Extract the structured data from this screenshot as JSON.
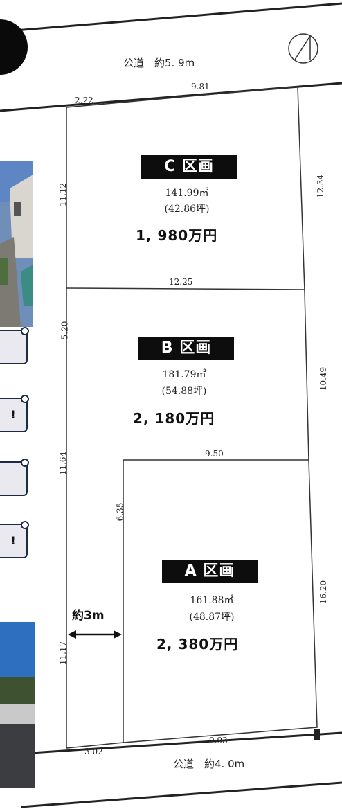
{
  "roads": {
    "north": "公道　約5. 9m",
    "south": "公道　約4. 0m"
  },
  "dimensions": {
    "top_left": "2.22",
    "top_main": "9.81",
    "left_c": "11.12",
    "right_c": "12.34",
    "c_b_boundary": "12.25",
    "left_b": "5.20",
    "right_b": "10.49",
    "b_a_boundary": "9.50",
    "left_mid": "11.64",
    "passage": "6.35",
    "left_bottom": "11.17",
    "right_a": "16.20",
    "bottom_main": "9.93",
    "bottom_left": "3.02"
  },
  "lots": [
    {
      "id": "C",
      "label": "C 区画",
      "area": "141.99㎡",
      "tsubo": "(42.86坪)",
      "price": "1, 980万円"
    },
    {
      "id": "B",
      "label": "B 区画",
      "area": "181.79㎡",
      "tsubo": "(54.88坪)",
      "price": "2, 180万円"
    },
    {
      "id": "A",
      "label": "A 区画",
      "area": "161.88㎡",
      "tsubo": "(48.87坪)",
      "price": "2, 380万円"
    }
  ],
  "passage_width": "約3m",
  "side_marks": [
    "!",
    "!"
  ],
  "icons": [
    "north-arrow-icon"
  ],
  "colors": {
    "tag_bg": "#0d0d0d",
    "line": "#333333",
    "scroll_border": "#1e2a44"
  }
}
